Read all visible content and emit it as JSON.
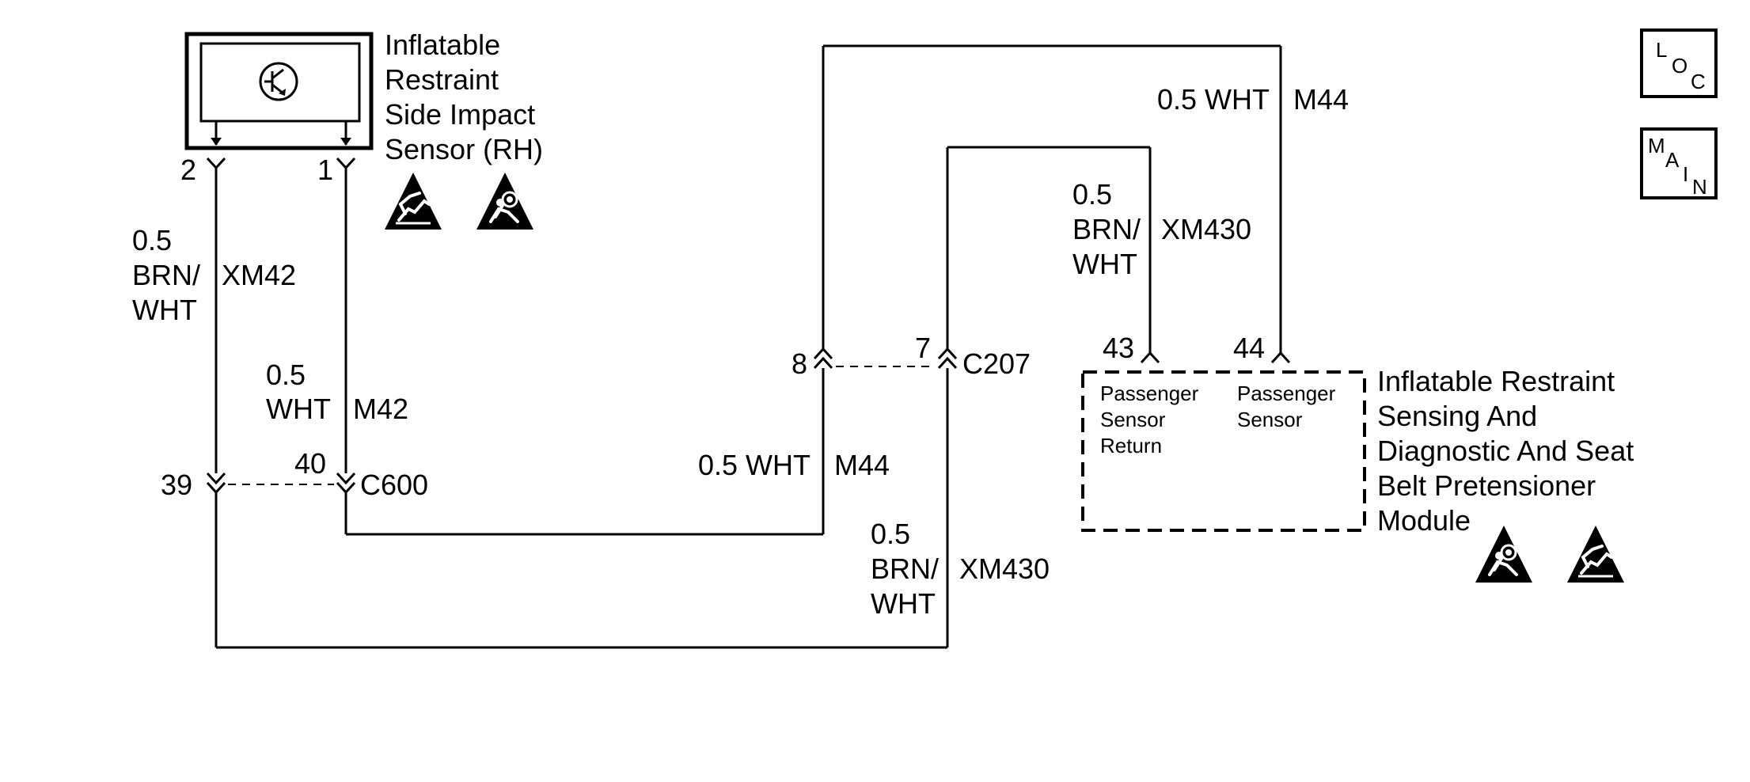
{
  "sensor": {
    "name_lines": [
      "Inflatable",
      "Restraint",
      "Side Impact",
      "Sensor (RH)"
    ],
    "pin_left": "2",
    "pin_right": "1",
    "symbol_icon": "transistor-symbol-icon"
  },
  "wires": {
    "left_wire": {
      "gauge": "0.5",
      "color_lines": [
        "BRN/",
        "WHT"
      ],
      "circuit": "XM42"
    },
    "right_wire": {
      "gauge": "0.5",
      "color": "WHT",
      "circuit": "M42"
    },
    "mid_wire": {
      "label": "0.5 WHT",
      "circuit": "M44"
    },
    "top_wire": {
      "label": "0.5 WHT",
      "circuit": "M44"
    },
    "inner_wire": {
      "gauge": "0.5",
      "color_lines": [
        "BRN/",
        "WHT"
      ],
      "circuit": "XM430"
    },
    "bottom_wire": {
      "gauge": "0.5",
      "color_lines": [
        "BRN/",
        "WHT"
      ],
      "circuit": "XM430"
    }
  },
  "connectors": {
    "c600": {
      "name": "C600",
      "pin_a": "39",
      "pin_b": "40"
    },
    "c207": {
      "name": "C207",
      "pin_a": "8",
      "pin_b": "7"
    }
  },
  "module": {
    "pin_left": "43",
    "pin_right": "44",
    "terminal_left_lines": [
      "Passenger",
      "Sensor",
      "Return"
    ],
    "terminal_right_lines": [
      "Passenger",
      "Sensor"
    ],
    "name_lines": [
      "Inflatable Restraint",
      "Sensing And",
      "Diagnostic And Seat",
      "Belt Pretensioner",
      "Module"
    ]
  },
  "nav": {
    "loc": {
      "l": "L",
      "o": "O",
      "c": "C"
    },
    "main": {
      "m": "M",
      "a": "A",
      "i": "I",
      "n": "N"
    }
  },
  "icons": {
    "esd": "esd-warning-icon",
    "airbag": "airbag-warning-icon"
  }
}
